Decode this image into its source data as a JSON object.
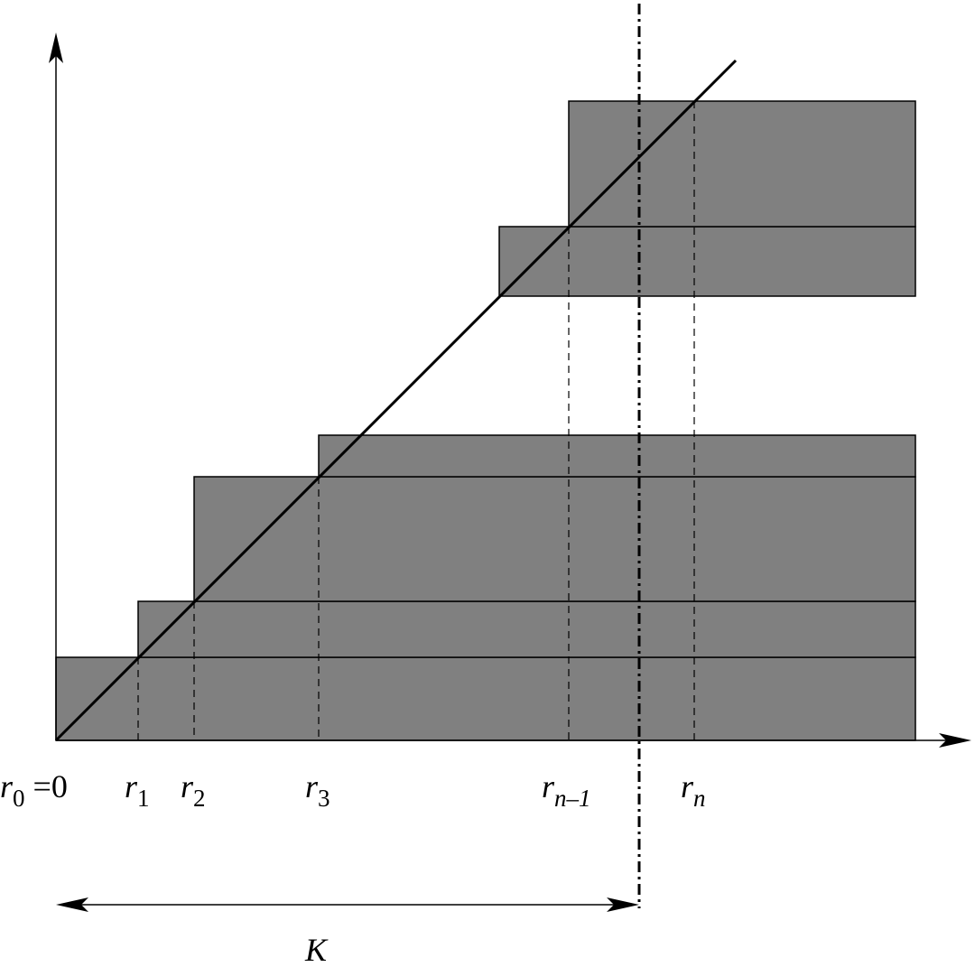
{
  "labels": {
    "r0": {
      "base": "r",
      "sub": "0",
      "suffix": " =0"
    },
    "r1": {
      "base": "r",
      "sub": "1"
    },
    "r2": {
      "base": "r",
      "sub": "2"
    },
    "r3": {
      "base": "r",
      "sub": "3"
    },
    "rn1": {
      "base": "r",
      "sub": "n–1"
    },
    "rn": {
      "base": "r",
      "sub": "n"
    },
    "k": "K"
  },
  "colors": {
    "fill": "#808080",
    "stroke": "#000000",
    "background": "#ffffff"
  }
}
